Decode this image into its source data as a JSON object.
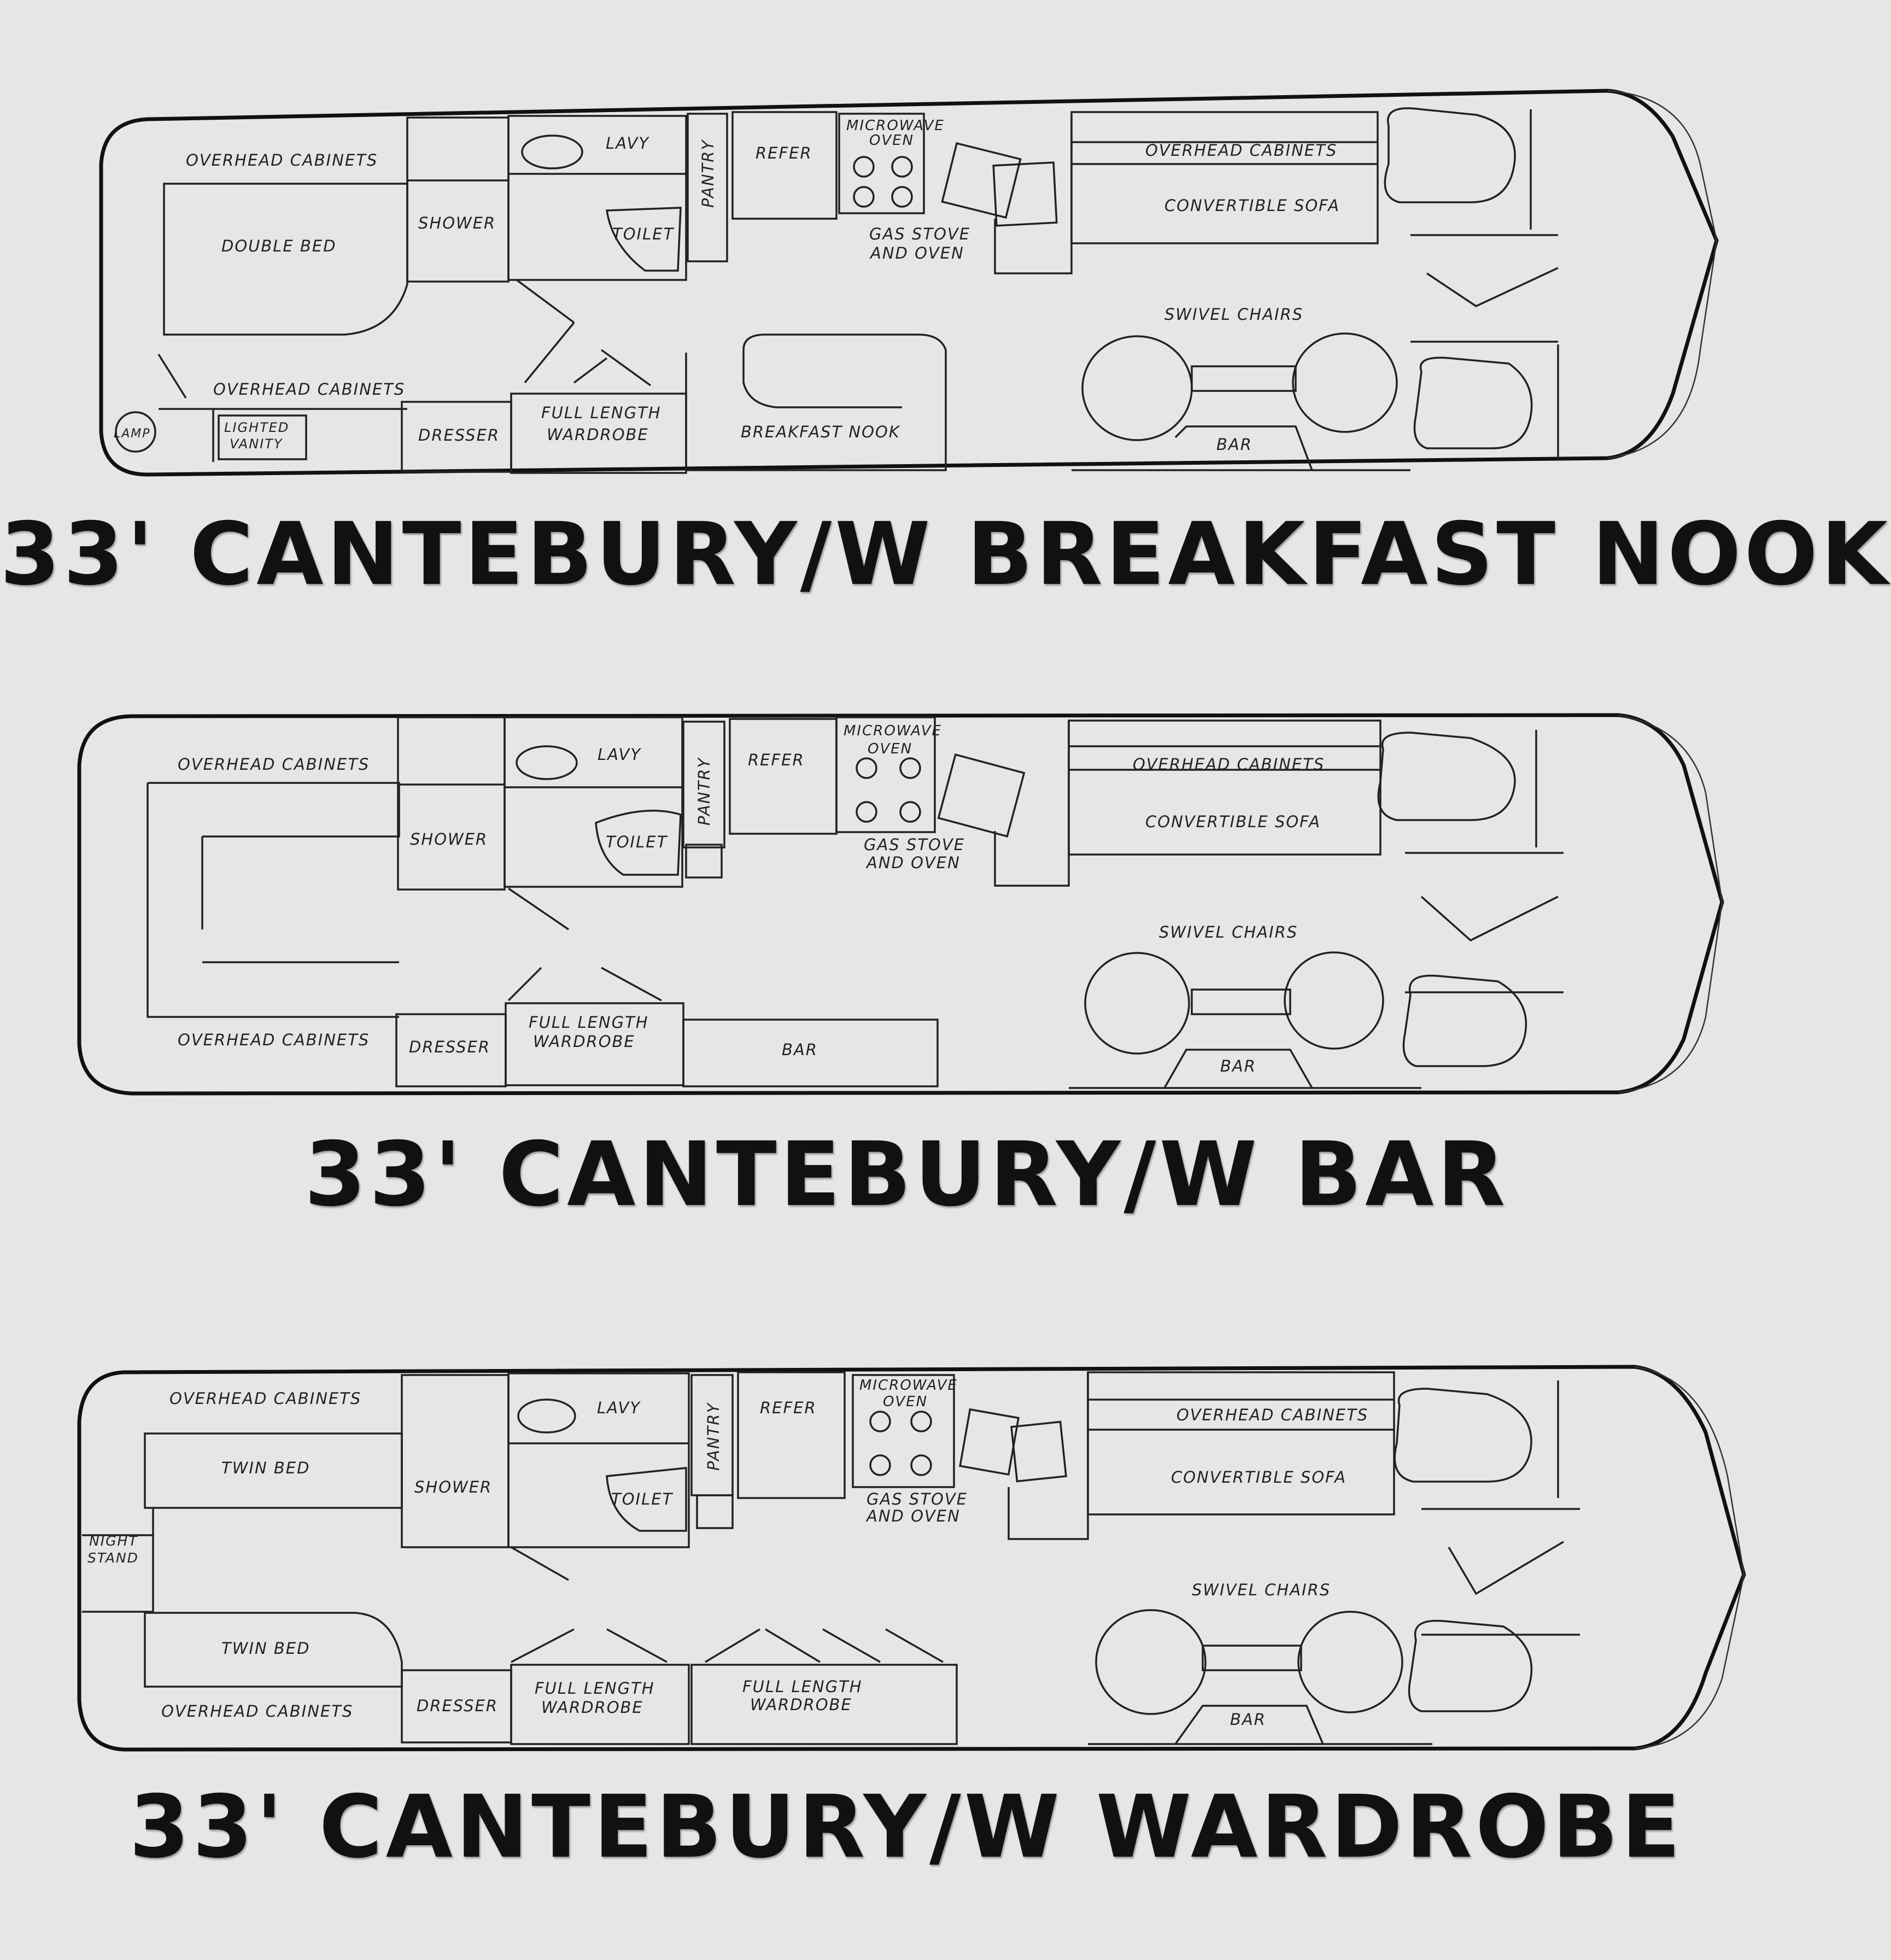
{
  "plans": [
    {
      "title": "33' CANTEBURY/W BREAKFAST NOOK",
      "labels": {
        "overhead_cabinets_top": "OVERHEAD CABINETS",
        "double_bed": "DOUBLE BED",
        "overhead_cabinets_bottom": "OVERHEAD CABINETS",
        "lamp": "LAMP",
        "lighted_vanity_1": "LIGHTED",
        "lighted_vanity_2": "VANITY",
        "shower": "SHOWER",
        "dresser": "DRESSER",
        "lavy": "LAVY",
        "toilet": "TOILET",
        "wardrobe_1": "FULL LENGTH",
        "wardrobe_2": "WARDROBE",
        "pantry": "PANTRY",
        "refer": "REFER",
        "microwave_1": "MICROWAVE",
        "microwave_2": "OVEN",
        "stove_1": "GAS STOVE",
        "stove_2": "AND OVEN",
        "breakfast_nook": "BREAKFAST NOOK",
        "overhead_cabinets_front": "OVERHEAD CABINETS",
        "convertible_sofa": "CONVERTIBLE SOFA",
        "swivel_chairs": "SWIVEL CHAIRS",
        "bar": "BAR"
      }
    },
    {
      "title": "33' CANTEBURY/W BAR",
      "labels": {
        "overhead_cabinets_top": "OVERHEAD CABINETS",
        "overhead_cabinets_bottom": "OVERHEAD CABINETS",
        "shower": "SHOWER",
        "dresser": "DRESSER",
        "lavy": "LAVY",
        "toilet": "TOILET",
        "wardrobe_1": "FULL LENGTH",
        "wardrobe_2": "WARDROBE",
        "pantry": "PANTRY",
        "refer": "REFER",
        "microwave_1": "MICROWAVE",
        "microwave_2": "OVEN",
        "stove_1": "GAS STOVE",
        "stove_2": "AND OVEN",
        "bar_mid": "BAR",
        "overhead_cabinets_front": "OVERHEAD CABINETS",
        "convertible_sofa": "CONVERTIBLE SOFA",
        "swivel_chairs": "SWIVEL CHAIRS",
        "bar": "BAR"
      }
    },
    {
      "title": "33' CANTEBURY/W WARDROBE",
      "labels": {
        "overhead_cabinets_top": "OVERHEAD CABINETS",
        "twin_bed_top": "TWIN BED",
        "night_stand_1": "NIGHT",
        "night_stand_2": "STAND",
        "twin_bed_bottom": "TWIN BED",
        "overhead_cabinets_bottom": "OVERHEAD CABINETS",
        "shower": "SHOWER",
        "dresser": "DRESSER",
        "lavy": "LAVY",
        "toilet": "TOILET",
        "wardrobe_1": "FULL LENGTH",
        "wardrobe_2": "WARDROBE",
        "wardrobe2_1": "FULL LENGTH",
        "wardrobe2_2": "WARDROBE",
        "pantry": "PANTRY",
        "refer": "REFER",
        "microwave_1": "MICROWAVE",
        "microwave_2": "OVEN",
        "stove_1": "GAS STOVE",
        "stove_2": "AND OVEN",
        "overhead_cabinets_front": "OVERHEAD CABINETS",
        "convertible_sofa": "CONVERTIBLE SOFA",
        "swivel_chairs": "SWIVEL CHAIRS",
        "bar": "BAR"
      }
    }
  ]
}
